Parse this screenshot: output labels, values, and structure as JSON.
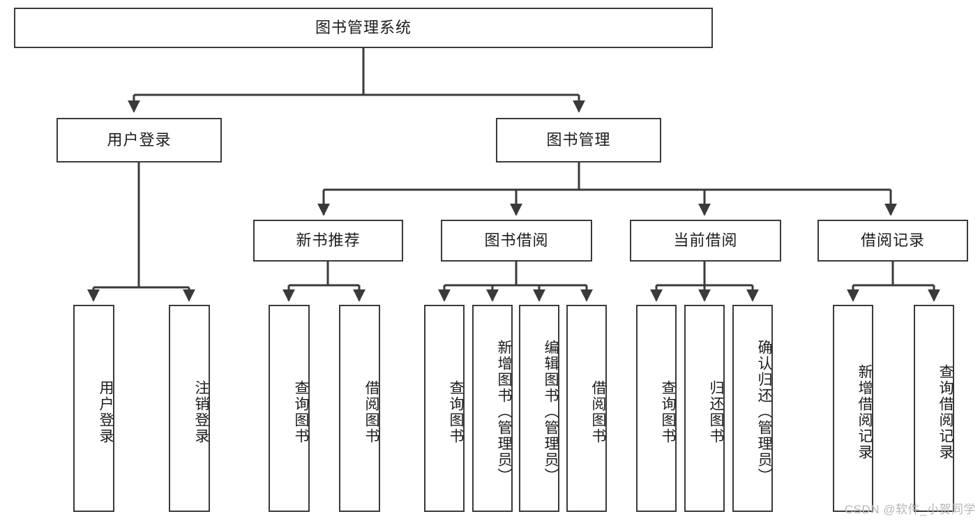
{
  "diagram": {
    "title": "图书管理系统",
    "type": "tree",
    "colors": {
      "border": "#3a3a3a",
      "background": "#ffffff",
      "text": "#1c1c1c",
      "edge": "#3a3a3a",
      "watermark": "#b6b6b6"
    },
    "levels": {
      "root": {
        "label": "图书管理系统"
      },
      "level2": [
        {
          "id": "user-login",
          "label": "用户登录"
        },
        {
          "id": "book-management",
          "label": "图书管理"
        }
      ],
      "level3": [
        {
          "id": "new-book-recommend",
          "label": "新书推荐",
          "parent": "book-management"
        },
        {
          "id": "book-borrow",
          "label": "图书借阅",
          "parent": "book-management"
        },
        {
          "id": "current-borrow",
          "label": "当前借阅",
          "parent": "book-management"
        },
        {
          "id": "borrow-record",
          "label": "借阅记录",
          "parent": "book-management"
        }
      ],
      "leaves": [
        {
          "id": "leaf-user-login",
          "label": "用户登录",
          "parent": "user-login"
        },
        {
          "id": "leaf-logout",
          "label": "注销登录",
          "parent": "user-login"
        },
        {
          "id": "leaf-query-book-1",
          "label": "查询图书",
          "parent": "new-book-recommend"
        },
        {
          "id": "leaf-borrow-book-1",
          "label": "借阅图书",
          "parent": "new-book-recommend"
        },
        {
          "id": "leaf-query-book-2",
          "label": "查询图书",
          "parent": "book-borrow"
        },
        {
          "id": "leaf-add-book",
          "label": "新增图书（管理员）",
          "parent": "book-borrow"
        },
        {
          "id": "leaf-edit-book",
          "label": "编辑图书（管理员）",
          "parent": "book-borrow"
        },
        {
          "id": "leaf-borrow-book-2",
          "label": "借阅图书",
          "parent": "book-borrow"
        },
        {
          "id": "leaf-query-book-3",
          "label": "查询图书",
          "parent": "current-borrow"
        },
        {
          "id": "leaf-return-book",
          "label": "归还图书",
          "parent": "current-borrow"
        },
        {
          "id": "leaf-confirm-return",
          "label": "确认归还（管理员）",
          "parent": "current-borrow"
        },
        {
          "id": "leaf-add-record",
          "label": "新增借阅记录",
          "parent": "borrow-record"
        },
        {
          "id": "leaf-query-record",
          "label": "查询借阅记录",
          "parent": "borrow-record"
        }
      ]
    }
  },
  "watermark": {
    "text": "CSDN @软件_小贺同学"
  }
}
